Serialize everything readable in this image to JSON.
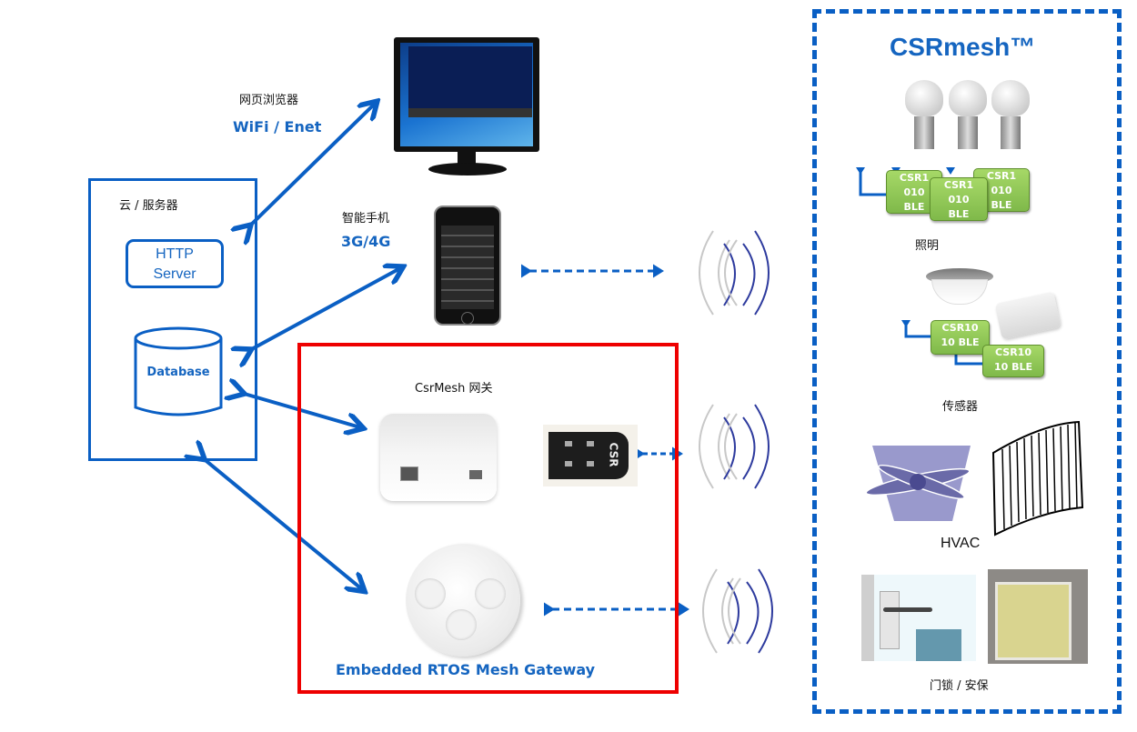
{
  "cloud": {
    "title": "云 / 服务器",
    "http_server_line1": "HTTP",
    "http_server_line2": "Server",
    "database": "Database"
  },
  "clients": {
    "browser_label": "网页浏览器",
    "browser_link": "WiFi / Enet",
    "phone_label": "智能手机",
    "phone_link": "3G/4G"
  },
  "gateway_box": {
    "csrmesh_gateway_label": "CsrMesh 网关",
    "usb_dongle_text": "CSR",
    "embedded_label": "Embedded RTOS Mesh Gateway"
  },
  "mesh_panel": {
    "title": "CSRmesh™",
    "lighting_label": "照明",
    "lighting_chips": [
      "CSR1\n010\nBLE",
      "CSR1\n010\nBLE",
      "CSR1\n010\nBLE"
    ],
    "sensor_label": "传感器",
    "sensor_chips": [
      "CSR10\n10 BLE",
      "CSR10\n10 BLE"
    ],
    "hvac_label": "HVAC",
    "security_label": "门锁 / 安保"
  },
  "colors": {
    "link_blue": "#0a5fc4",
    "gateway_red": "#ee0000",
    "chip_green": "#8cc653"
  }
}
